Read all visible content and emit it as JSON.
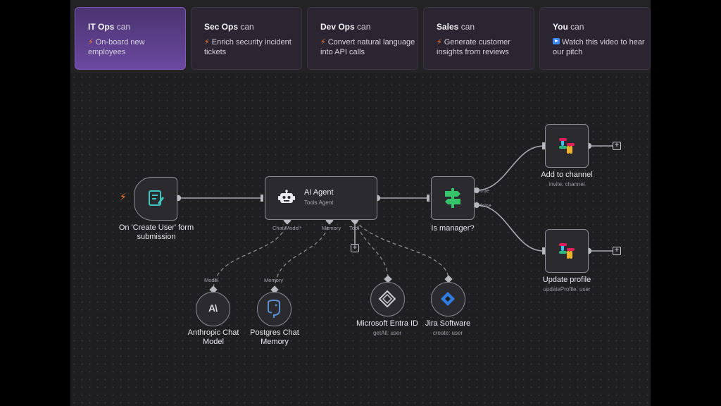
{
  "tabs": [
    {
      "team": "IT Ops",
      "can": "can",
      "desc": "On-board new employees",
      "icon": "bolt-icon"
    },
    {
      "team": "Sec Ops",
      "can": "can",
      "desc": "Enrich security incident tickets",
      "icon": "bolt-icon"
    },
    {
      "team": "Dev Ops",
      "can": "can",
      "desc": "Convert natural language into API calls",
      "icon": "bolt-icon"
    },
    {
      "team": "Sales",
      "can": "can",
      "desc": "Generate customer insights from reviews",
      "icon": "bolt-icon"
    },
    {
      "team": "You",
      "can": "can",
      "desc": "Watch this video to hear our pitch",
      "icon": "play-icon"
    }
  ],
  "nodes": {
    "trigger": {
      "label_line1": "On 'Create User' form",
      "label_line2": "submission"
    },
    "agent": {
      "title": "AI Agent",
      "subtitle": "Tools Agent",
      "port_chat": "Chat Model*",
      "port_memory": "Memory",
      "port_tool": "Tool"
    },
    "switch": {
      "label": "Is manager?",
      "port_true": "true",
      "port_false": "false"
    },
    "slack_add": {
      "label": "Add to channel",
      "sub": "invite: channel"
    },
    "slack_update": {
      "label": "Update profile",
      "sub": "updateProfile: user"
    },
    "anthropic": {
      "port": "Model",
      "label_line1": "Anthropic Chat",
      "label_line2": "Model"
    },
    "postgres": {
      "port": "Memory",
      "label_line1": "Postgres Chat",
      "label_line2": "Memory"
    },
    "entra": {
      "label": "Microsoft Entra ID",
      "sub": "getAll: user"
    },
    "jira": {
      "label": "Jira Software",
      "sub": "create: user"
    }
  },
  "colors": {
    "active_tab": "#6a48a0",
    "bolt": "#ff7a2f",
    "switch_green": "#35c46a",
    "form_teal": "#3ec7c0",
    "jira_blue": "#2f7de1"
  },
  "plus": "+"
}
